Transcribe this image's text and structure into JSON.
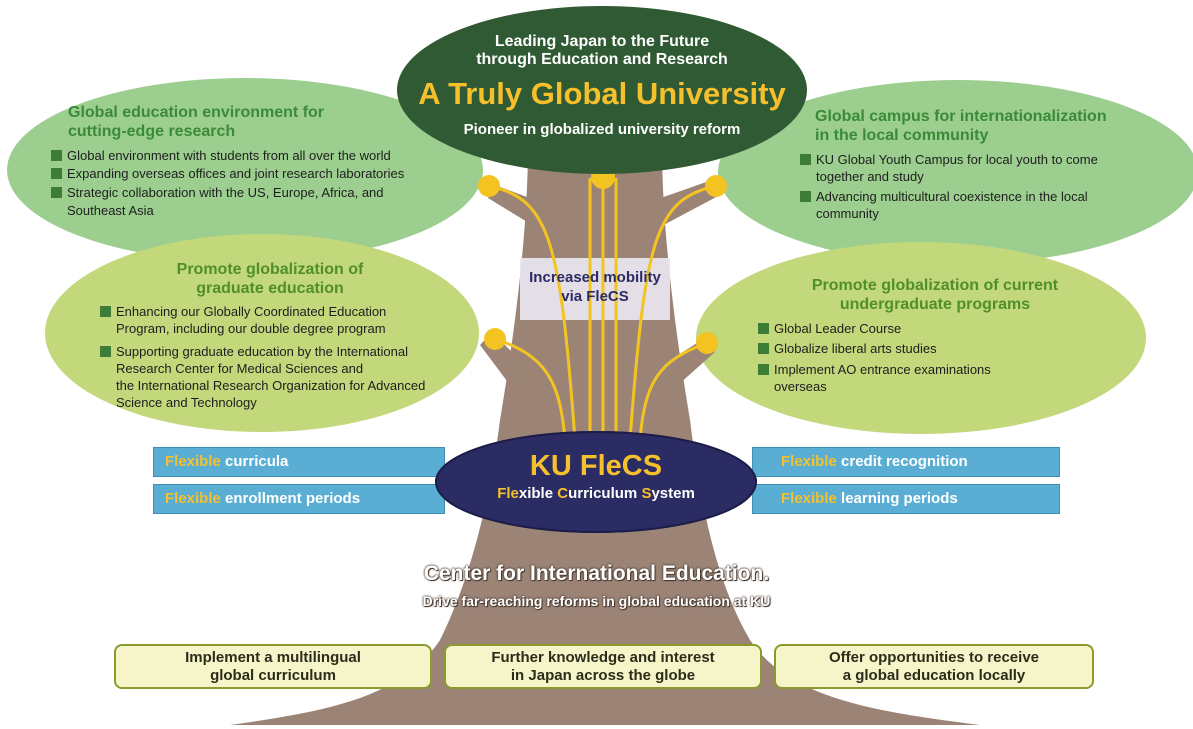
{
  "top": {
    "line1": "Leading Japan to the Future",
    "line2": "through Education and Research",
    "title": "A Truly Global University",
    "subtitle": "Pioneer in globalized university reform"
  },
  "left_top": {
    "heading1": "Global education environment for",
    "heading2": "cutting-edge research",
    "bullets": [
      "Global environment with students from all over the world",
      "Expanding overseas offices and joint research laboratories",
      "Strategic collaboration with the US, Europe, Africa, and",
      "Southeast Asia"
    ]
  },
  "right_top": {
    "heading1": "Global campus for internationalization",
    "heading2": "in the local community",
    "bullets": [
      "KU Global Youth Campus for local youth to come",
      "together and study",
      "Advancing multicultural coexistence in the local",
      "community"
    ]
  },
  "left_mid": {
    "heading1": "Promote globalization of",
    "heading2": "graduate education",
    "bullets": [
      "Enhancing our Globally Coordinated Education",
      "Program, including our double degree program",
      "Supporting graduate education by the International",
      "Research Center for Medical Sciences and",
      "the International Research Organization for Advanced",
      "Science and Technology"
    ]
  },
  "right_mid": {
    "heading1": "Promote globalization of current",
    "heading2": "undergraduate programs",
    "bullets": [
      "Global Leader Course",
      "Globalize liberal arts studies",
      "Implement AO entrance examinations",
      "overseas"
    ]
  },
  "mobility": {
    "line1": "Increased mobility",
    "line2": "via FleCS"
  },
  "flecs": {
    "title": "KU FleCS",
    "sub_fle": "Fle",
    "sub_xible": "xible ",
    "sub_c": "C",
    "sub_urriculum": "urriculum ",
    "sub_s": "S",
    "sub_ystem": "ystem"
  },
  "bands": {
    "flexible": "Flexible",
    "left_top": " curricula",
    "left_bottom": " enrollment periods",
    "right_top": " credit recognition",
    "right_bottom": " learning periods"
  },
  "center": {
    "title": "Center for International Education.",
    "subtitle": "Drive far-reaching reforms in global education at KU"
  },
  "boxes": [
    {
      "line1": "Implement a multilingual",
      "line2": "global curriculum"
    },
    {
      "line1": "Further knowledge and interest",
      "line2": "in Japan across the globe"
    },
    {
      "line1": "Offer opportunities to receive",
      "line2": "a global education locally"
    }
  ],
  "colors": {
    "trunk": "#9b8476",
    "top_ellipse": "#2f5a33",
    "canopy_green": "#9ccf8f",
    "canopy_olive": "#c3d77b",
    "flecs_ellipse": "#2b2c64",
    "band": "#5aaed3",
    "accent_yellow": "#f6c02d",
    "node_yellow": "#f3c321"
  }
}
